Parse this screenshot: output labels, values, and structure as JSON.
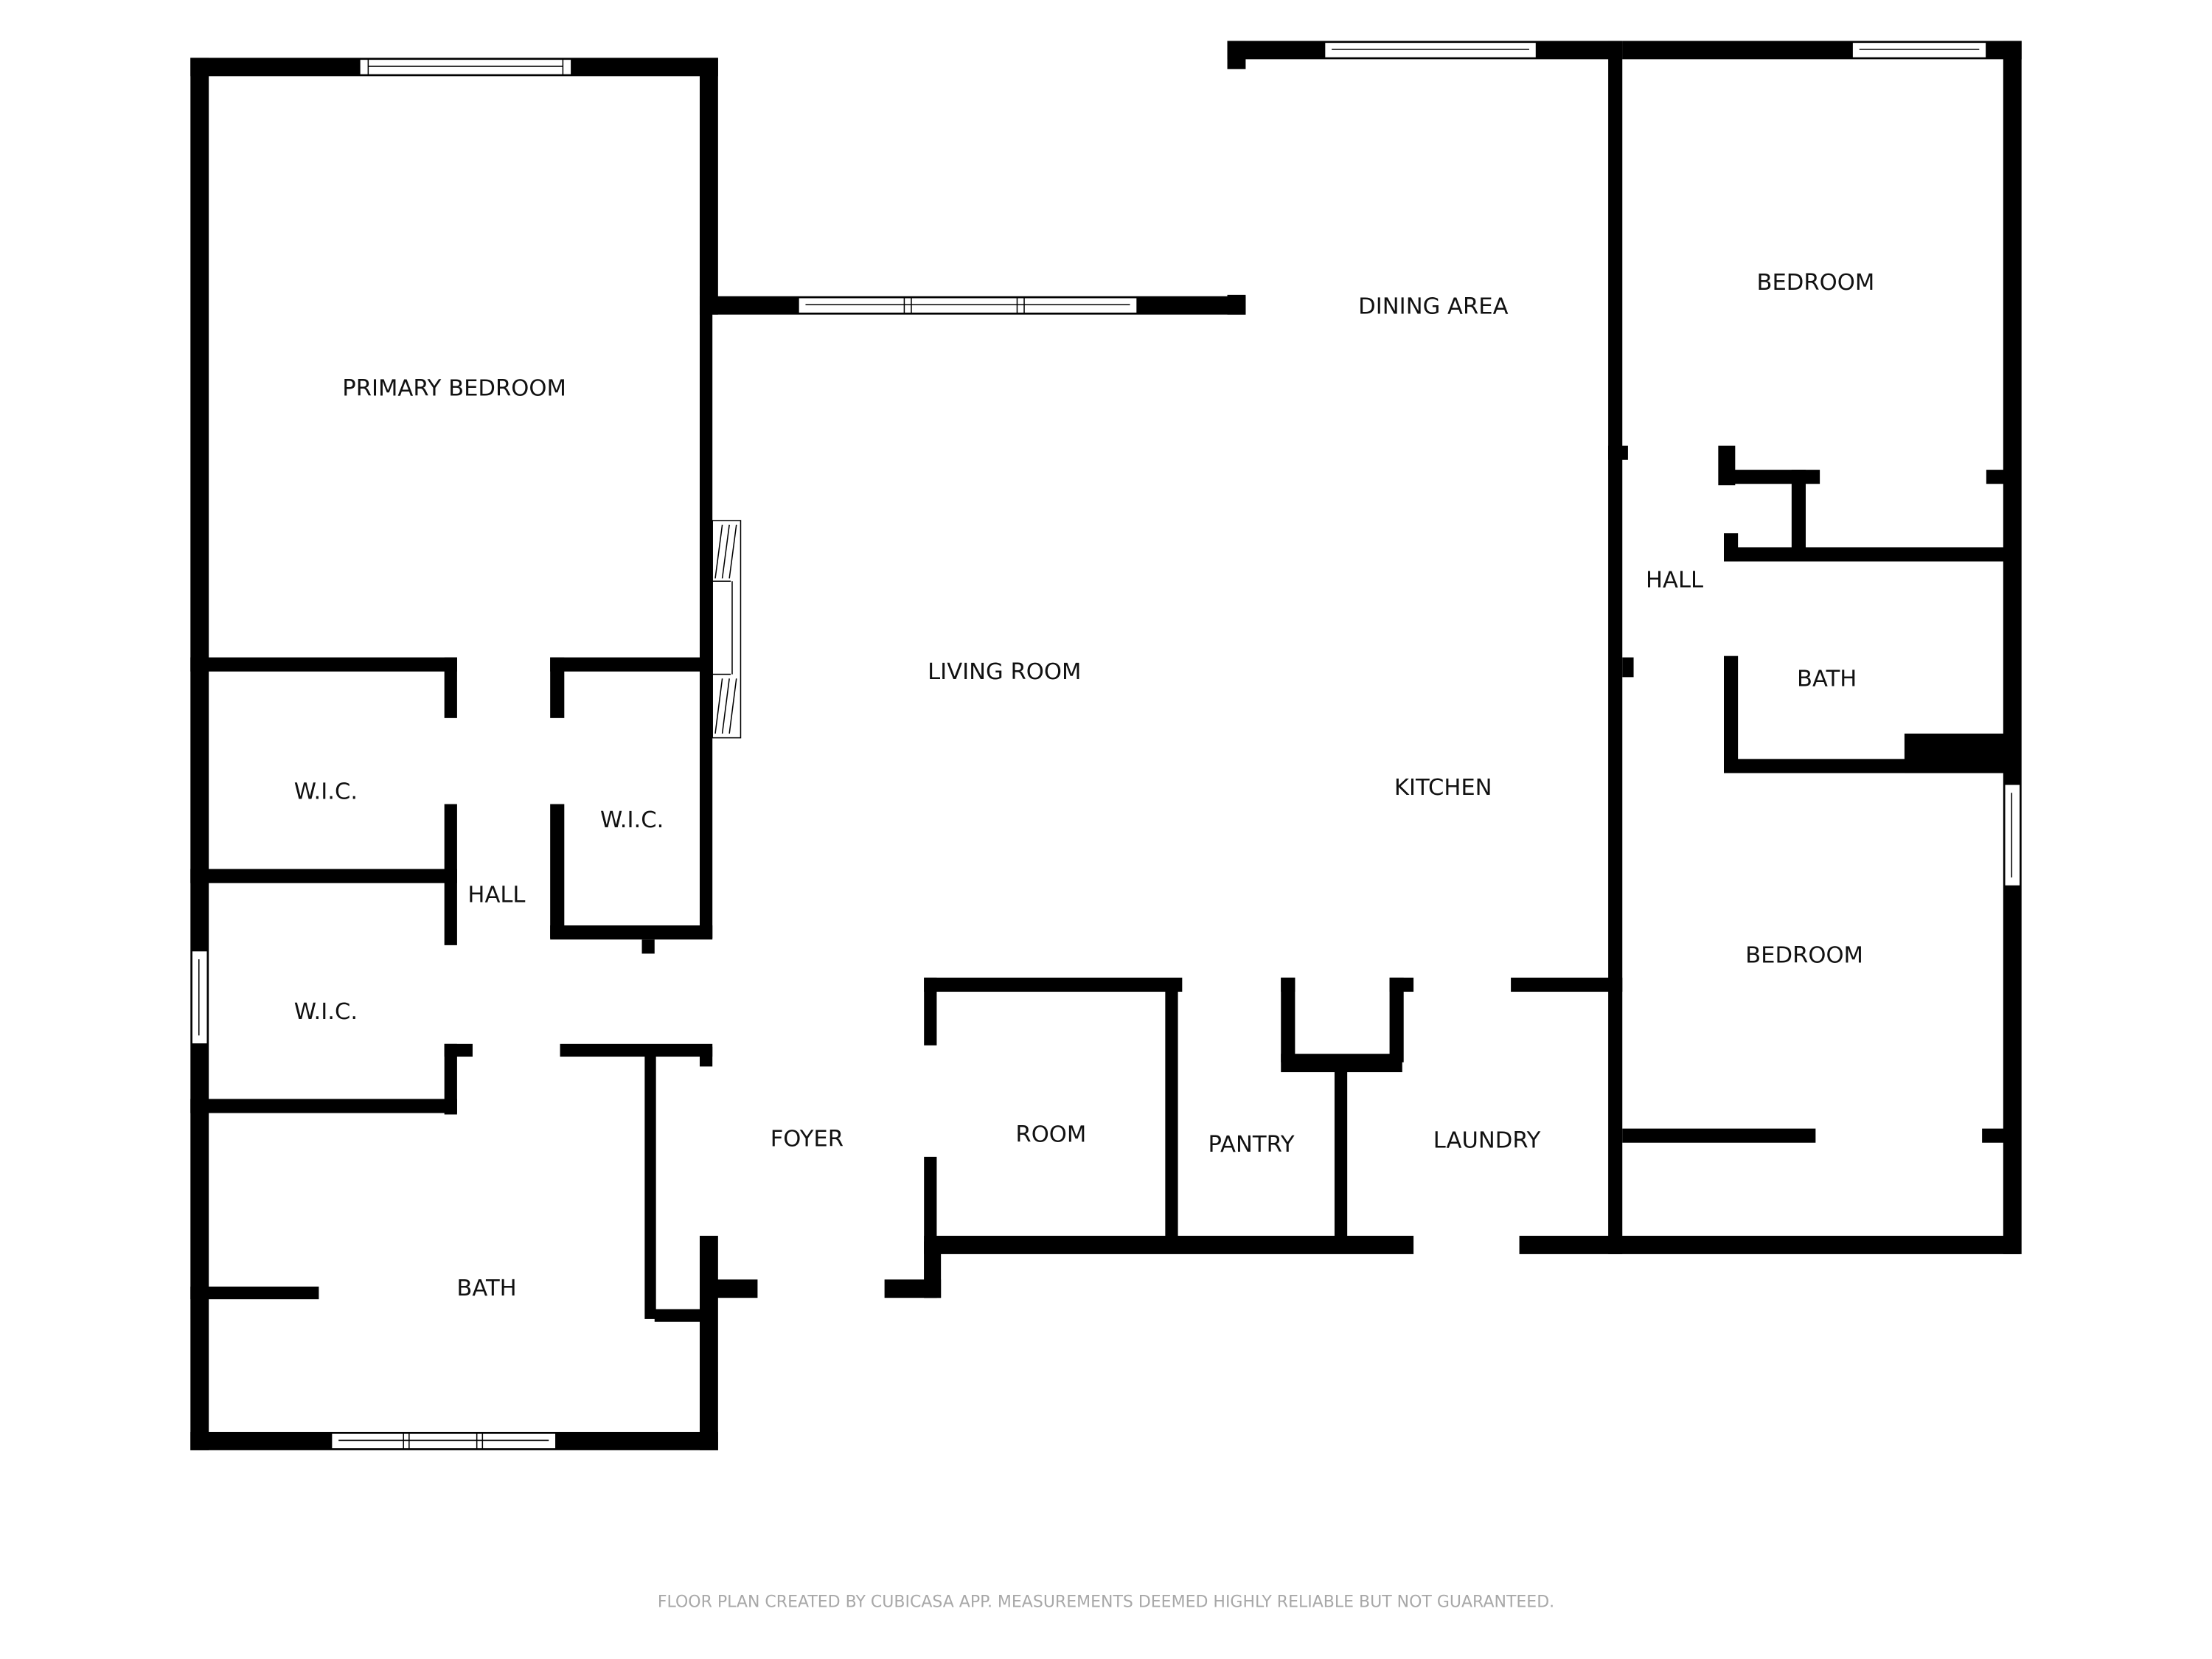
{
  "floor_plan": {
    "rooms": {
      "primary_bedroom": "PRIMARY BEDROOM",
      "living_room": "LIVING ROOM",
      "dining_area": "DINING AREA",
      "kitchen": "KITCHEN",
      "bedroom_1": "BEDROOM",
      "bedroom_2": "BEDROOM",
      "hall_east": "HALL",
      "bath_east": "BATH",
      "wic_1": "W.I.C.",
      "wic_2": "W.I.C.",
      "wic_3": "W.I.C.",
      "hall_west": "HALL",
      "bath_primary": "BATH",
      "foyer": "FOYER",
      "room": "ROOM",
      "pantry": "PANTRY",
      "laundry": "LAUNDRY"
    },
    "footer": "FLOOR PLAN CREATED BY CUBICASA APP. MEASUREMENTS DEEMED HIGHLY RELIABLE BUT NOT GUARANTEED."
  }
}
